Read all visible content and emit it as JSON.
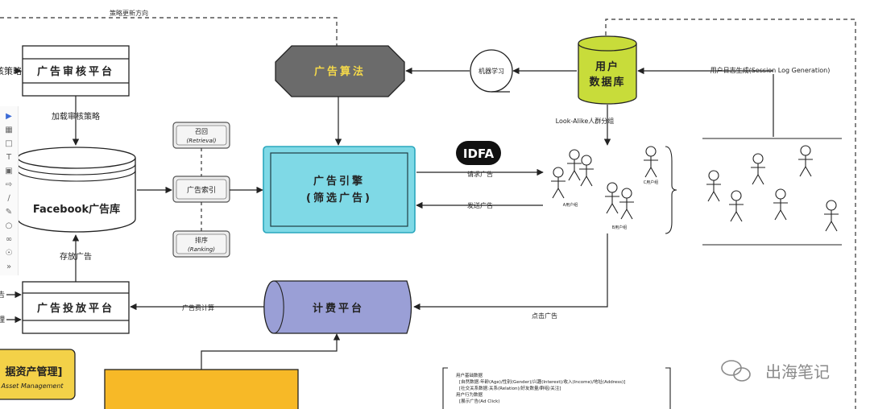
{
  "diagram": {
    "strategy_update_label": "策略更新方向",
    "left_partial_strategy": "核策略",
    "review_platform": "广告审核平台",
    "load_review_strategy": "加载审核策略",
    "ad_library": "Facebook广告库",
    "store_ads": "存放广告",
    "delivery_platform": "广告投放平台",
    "left_partial_1": "告",
    "left_partial_2": "理",
    "asset_mgmt_title": "据资产管理]",
    "asset_mgmt_sub": "Asset Management",
    "ad_algorithm": "广告算法",
    "retrieval": "召回",
    "retrieval_en": "(Retrieval)",
    "ad_index": "广告索引",
    "ranking": "排序",
    "ranking_en": "(Ranking)",
    "ad_engine_line1": "广告引擎",
    "ad_engine_line2": "(筛选广告)",
    "machine_learning": "机器学习",
    "user_db_line1": "用户",
    "user_db_line2": "数据库",
    "session_log": "用户日志生成(Session Log Generation)",
    "lookalike": "Look-Alike人群分组",
    "idfa": "IDFA",
    "request_ads": "请求广告",
    "send_ads": "发送广告",
    "billing_platform": "计费平台",
    "ad_billing": "广告费计算",
    "click_ads": "点击广告",
    "user_group_a": "A用户组",
    "user_group_b": "B用户组",
    "user_group_c": "C用户组",
    "notes": [
      "用户基础数据",
      "[自然数据:年龄(Age)/性别(Gender)/兴趣(Interest)/收入(Income)/地址(Address)]",
      "[社交关系数据:关系(Relation)/好友数量/群组/关注]",
      "用户行为数据",
      "[展示广告(Ad Click)"
    ],
    "watermark": "出海笔记"
  },
  "toolbar": {
    "icons": [
      "pointer-icon",
      "frame-icon",
      "rectangle-icon",
      "text-icon",
      "sticky-note-icon",
      "shape-icon",
      "line-icon",
      "pen-icon",
      "circle-icon",
      "connector-icon",
      "link-icon",
      "more-icon"
    ]
  },
  "colors": {
    "ad_algorithm_fill": "#6b6b6b",
    "ad_algorithm_text": "#f5d94a",
    "ad_engine_fill": "#7fd9e6",
    "ad_engine_border": "#2aa7bd",
    "user_db_fill": "#c8dc3a",
    "billing_fill": "#9a9fd6",
    "asset_fill": "#f3d148",
    "orange_fill": "#f7b927",
    "idfa_fill": "#111111",
    "stroke": "#222222"
  }
}
